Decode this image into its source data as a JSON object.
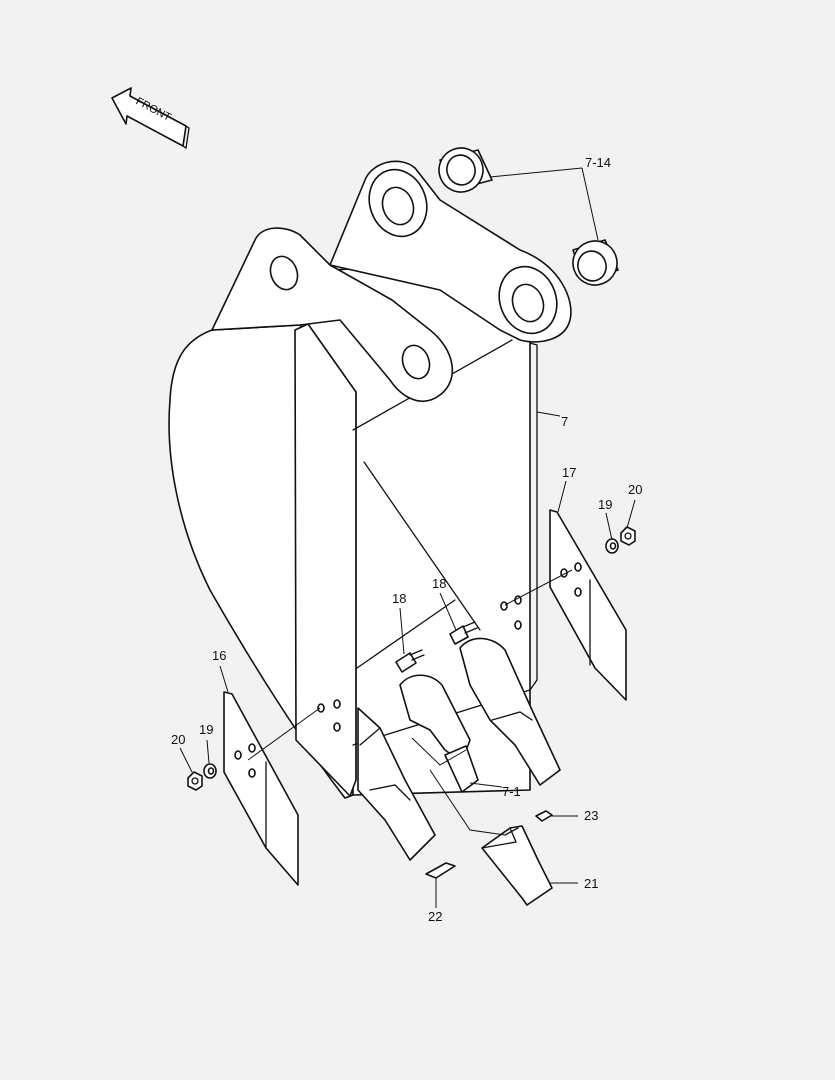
{
  "front_arrow": {
    "text": "FRONT"
  },
  "callouts": {
    "pin_bushing": "7-14",
    "bucket_body": "7",
    "right_side_cutter": "17",
    "left_side_cutter": "16",
    "washer_right": "19",
    "nut_right": "20",
    "washer_left": "19",
    "nut_left": "20",
    "bolt_left": "18",
    "bolt_right": "18",
    "tooth_adapter": "7-1",
    "pin": "23",
    "tooth_point": "21",
    "lock": "22"
  }
}
